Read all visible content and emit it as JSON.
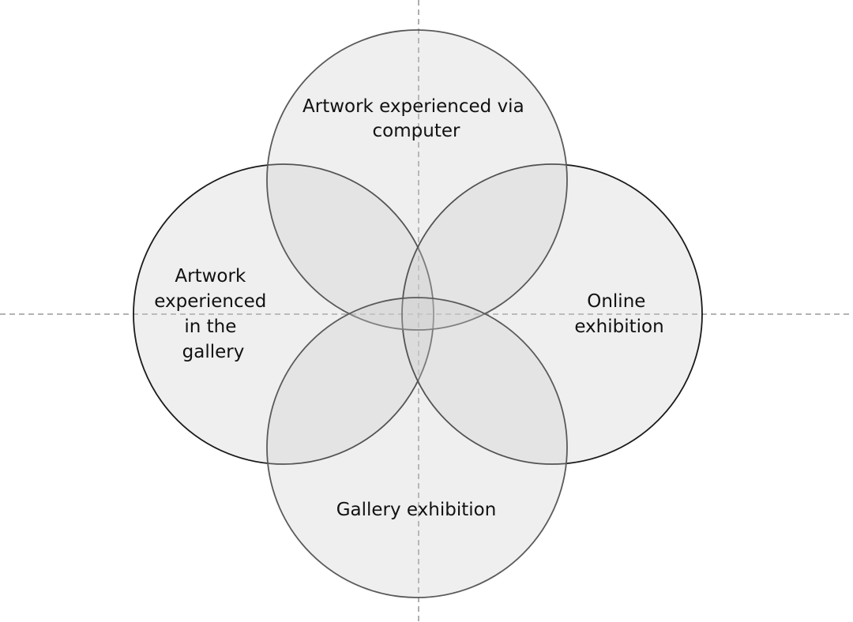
{
  "diagram": {
    "top_label": {
      "line1": "Artwork experienced via",
      "line2": "computer"
    },
    "left_label": {
      "line1": "Artwork",
      "line2": "experienced",
      "line3": "in the",
      "line4": "gallery"
    },
    "right_label": {
      "line1": "Online",
      "line2": "exhibition"
    },
    "bottom_label": {
      "line1": "Gallery exhibition"
    }
  }
}
